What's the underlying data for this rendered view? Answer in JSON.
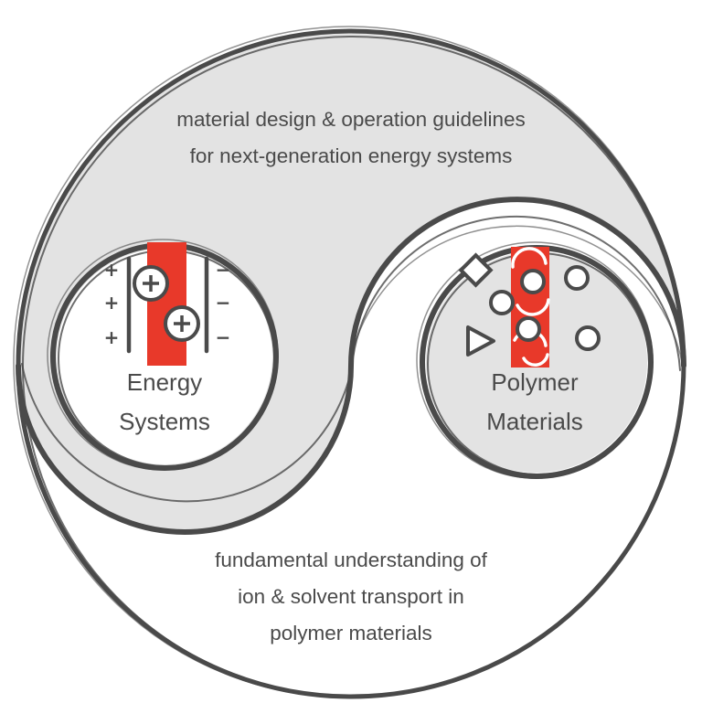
{
  "top_caption": {
    "line1": "material design & operation guidelines",
    "line2": "for next-generation energy systems"
  },
  "bottom_caption": {
    "line1": "fundamental understanding of",
    "line2": "ion & solvent transport in",
    "line3": "polymer materials"
  },
  "energy_circle": {
    "line1": "Energy",
    "line2": "Systems",
    "plus_sign": "+",
    "minus_sign": "−"
  },
  "polymer_circle": {
    "line1": "Polymer",
    "line2": "Materials"
  },
  "colors": {
    "accent": "#e8392a",
    "stroke": "#4a4a4a",
    "fill": "#e3e3e3",
    "background": "#ffffff"
  }
}
